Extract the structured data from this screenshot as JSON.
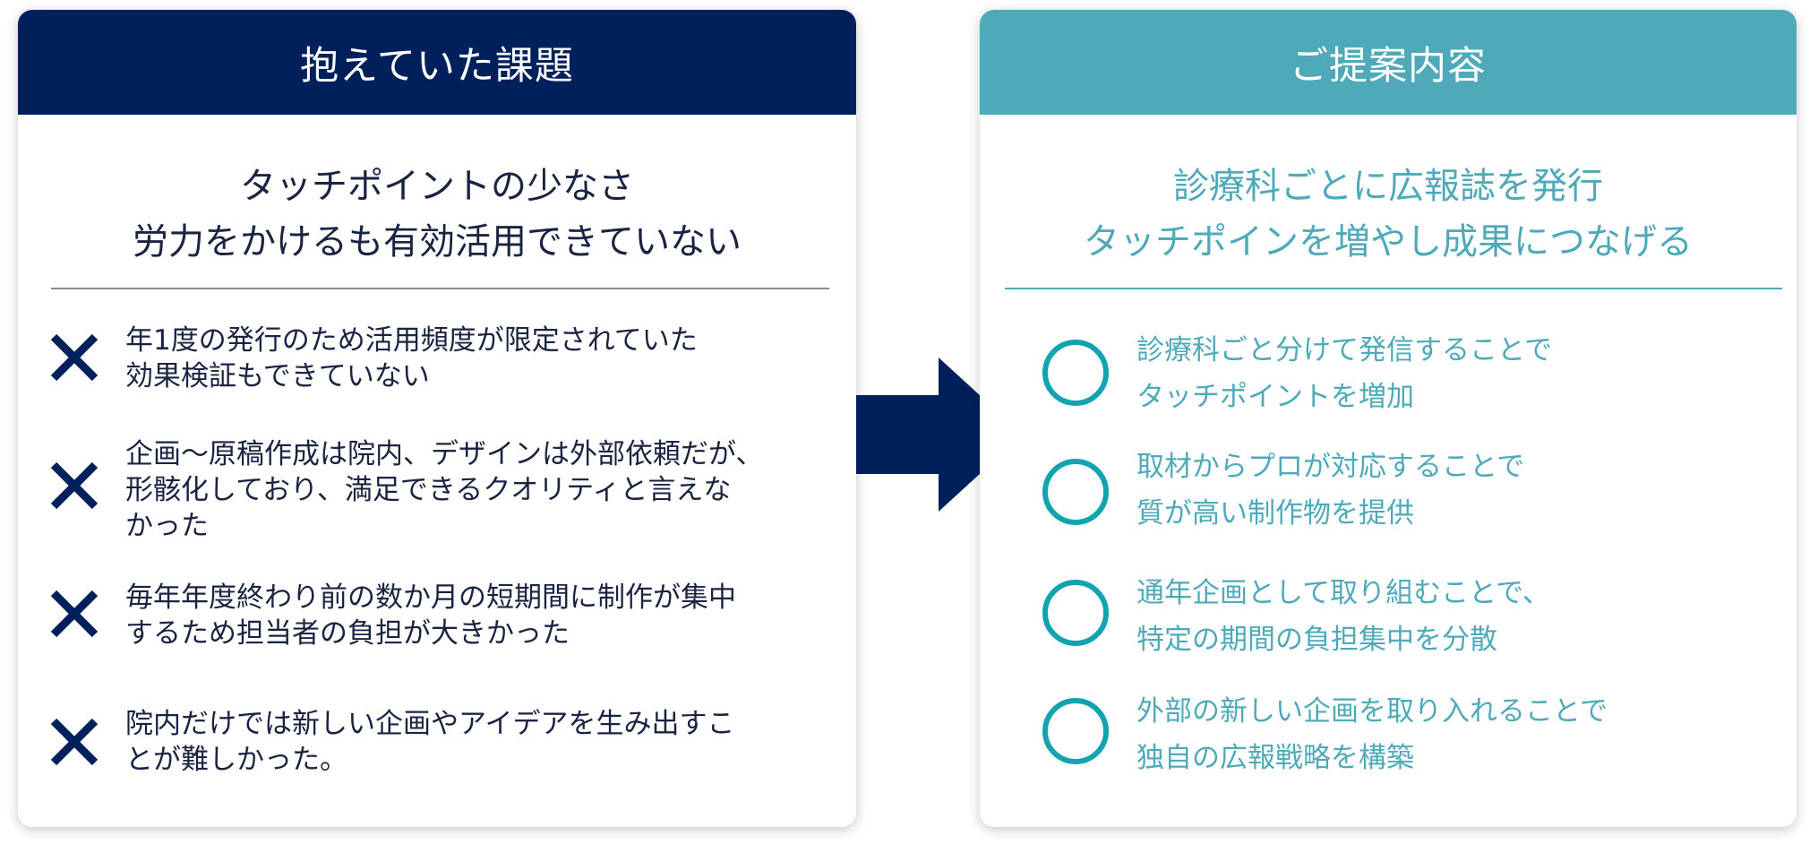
{
  "issues": {
    "header": "抱えていた課題",
    "heading_lines": [
      "タッチポイントの少なさ",
      "労力をかけるも有効活用できていない"
    ],
    "icon": "cross-icon",
    "items": [
      {
        "lines": [
          "年1度の発行のため活用頻度が限定されていた",
          "効果検証もできていない"
        ]
      },
      {
        "lines": [
          "企画〜原稿作成は院内、デザインは外部依頼だが、",
          "形骸化しており、満足できるクオリティと言えな",
          "かった"
        ]
      },
      {
        "lines": [
          "毎年年度終わり前の数か月の短期間に制作が集中",
          "するため担当者の負担が大きかった"
        ]
      },
      {
        "lines": [
          "院内だけでは新しい企画やアイデアを生み出すこ",
          "とが難しかった。"
        ]
      }
    ]
  },
  "proposal": {
    "header": "ご提案内容",
    "heading_lines": [
      "診療科ごとに広報誌を発行",
      "タッチポインを増やし成果につなげる"
    ],
    "icon": "circle-icon",
    "items": [
      {
        "lines": [
          "診療科ごと分けて発信することで",
          "タッチポイントを増加"
        ]
      },
      {
        "lines": [
          "取材からプロが対応することで",
          "質が高い制作物を提供"
        ]
      },
      {
        "lines": [
          "通年企画として取り組むことで、",
          "特定の期間の負担集中を分散"
        ]
      },
      {
        "lines": [
          "外部の新しい企画を取り入れることで",
          "独自の広報戦略を構築"
        ]
      }
    ]
  },
  "arrow": {
    "icon": "arrow-right-icon"
  },
  "colors": {
    "navy": "#00205c",
    "teal_header": "#4eaab9",
    "teal_circle": "#12a3b1",
    "dark_text": "#1a2342",
    "divider_gray": "#8a8a8a"
  }
}
